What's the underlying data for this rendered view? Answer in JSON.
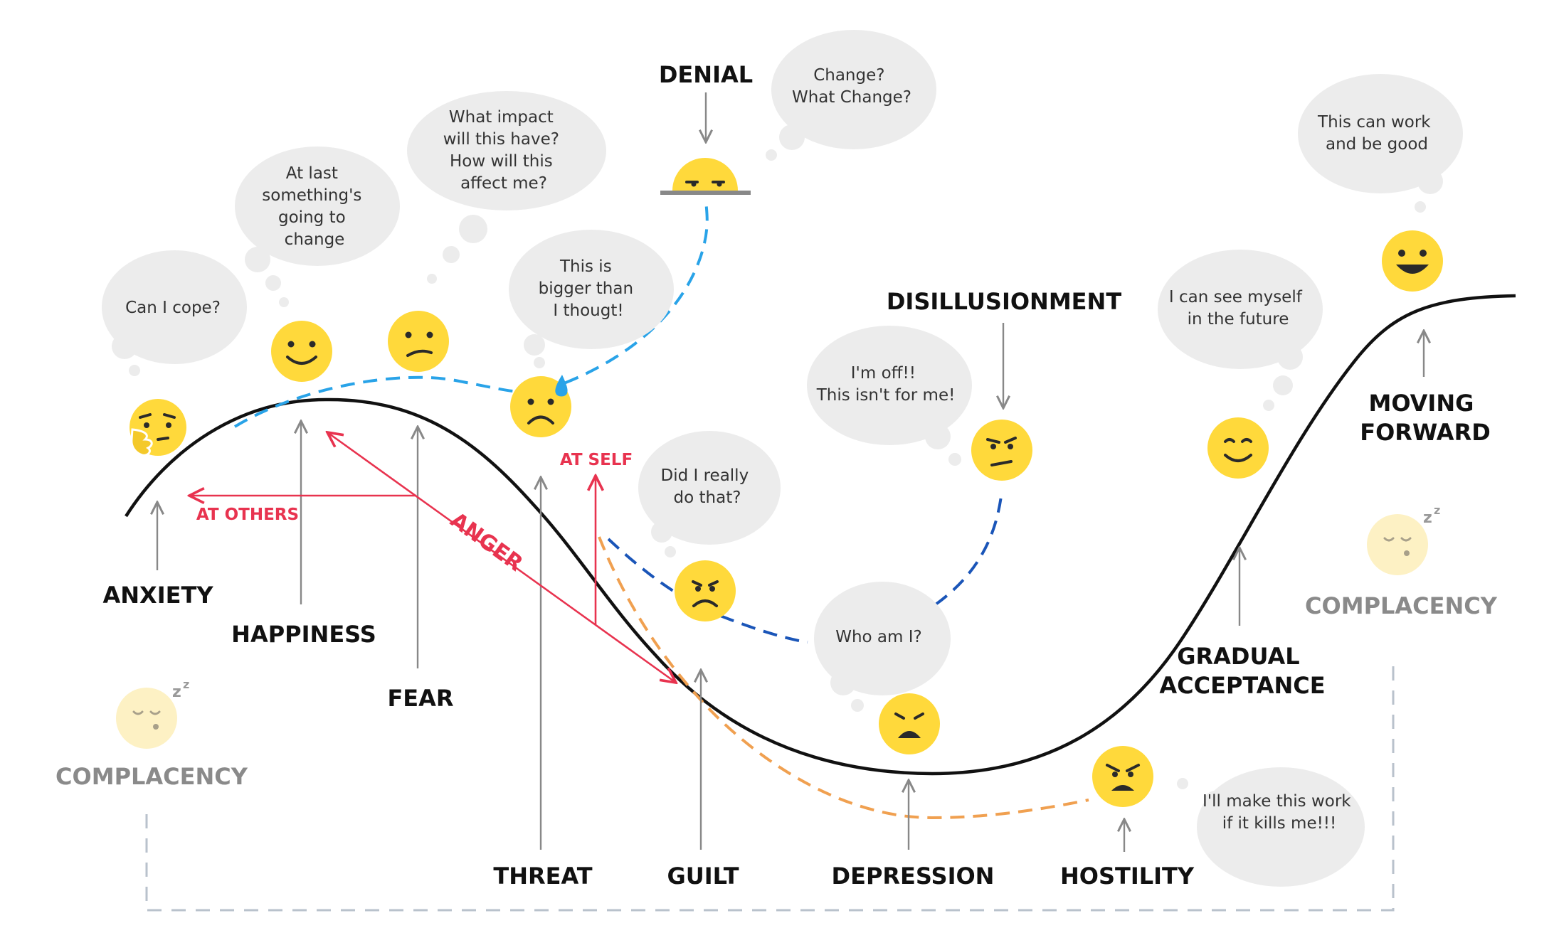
{
  "stages": {
    "denial": "DENIAL",
    "disillusionment": "DISILLUSIONMENT",
    "moving_forward_1": "MOVING",
    "moving_forward_2": "FORWARD",
    "anxiety": "ANXIETY",
    "happiness": "HAPPINESS",
    "fear": "FEAR",
    "threat": "THREAT",
    "guilt": "GUILT",
    "depression": "DEPRESSION",
    "hostility": "HOSTILITY",
    "gradual_acceptance_1": "GRADUAL",
    "gradual_acceptance_2": "ACCEPTANCE",
    "complacency_left": "COMPLACENCY",
    "complacency_right": "COMPLACENCY"
  },
  "anger": {
    "label": "ANGER",
    "at_others": "AT OTHERS",
    "at_self": "AT SELF"
  },
  "bubbles": {
    "can_i_cope": [
      "Can I cope?"
    ],
    "at_last": [
      "At last",
      "something's",
      "going to",
      "change"
    ],
    "what_impact": [
      "What impact",
      "will this have?",
      "How will this",
      "affect me?"
    ],
    "bigger": [
      "This is",
      "bigger than",
      "I thougt!"
    ],
    "change": [
      "Change?",
      "What Change?"
    ],
    "im_off": [
      "I'm off!!",
      "This isn't for me!"
    ],
    "did_i": [
      "Did I really",
      "do that?"
    ],
    "who_am_i": [
      "Who am I?"
    ],
    "see_myself": [
      "I can see myself",
      "in the future"
    ],
    "can_work": [
      "This can work",
      "and be good"
    ],
    "make_work": [
      "I'll make this work",
      "if it kills me!!!"
    ]
  },
  "sleep_marks": {
    "left": "z",
    "right": "z"
  },
  "colors": {
    "curve": "#111111",
    "light_blue_path": "#29a3e8",
    "dark_blue_path": "#1a55b8",
    "orange_path": "#f0a050",
    "anger_red": "#e8334f",
    "emoji_yellow": "#ffd93b",
    "bubble_grey": "#ececec",
    "frame_dash": "#b9c2cc"
  }
}
